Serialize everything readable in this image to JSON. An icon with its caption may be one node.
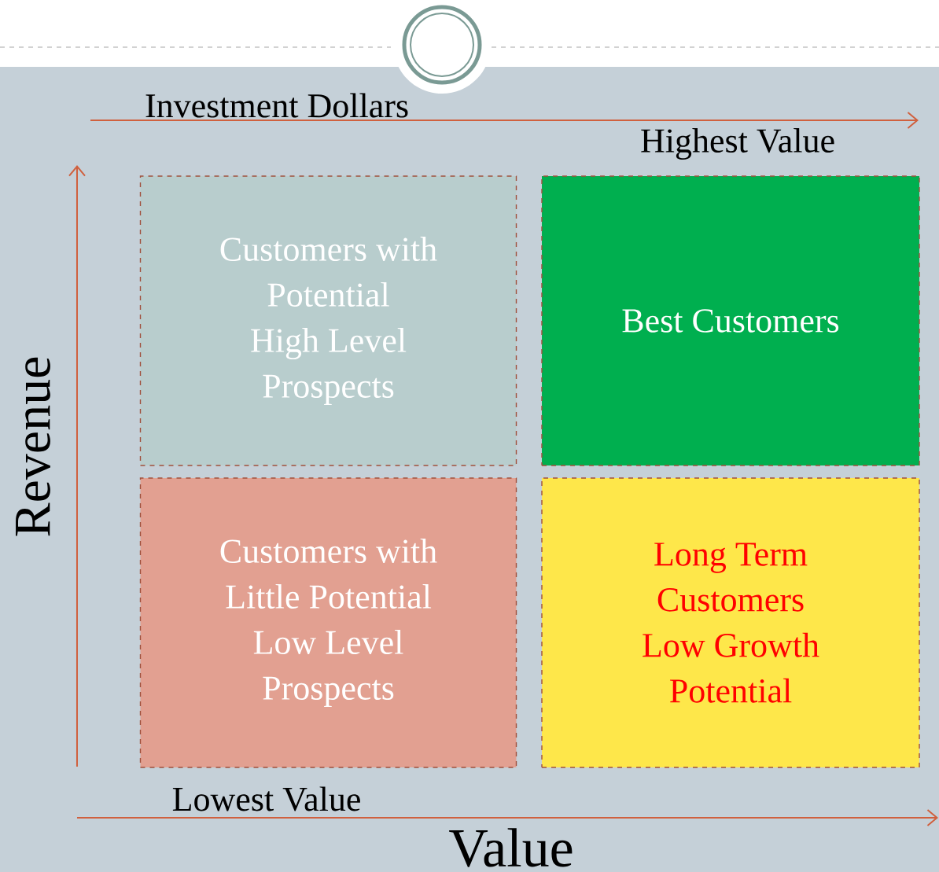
{
  "diagram": {
    "nodes": [
      {
        "text": [
          "Customers with Potential",
          "High Level Prospects"
        ]
      },
      {
        "text": [
          "Best Customers"
        ]
      },
      {
        "text": [
          "Customers with Little Potential",
          "Low Level Prospects"
        ]
      },
      {
        "text": [
          "Long Term Customers",
          "Low Growth Potential"
        ]
      }
    ],
    "labels": [
      "Investment Dollars",
      "Highest Value",
      "Revenue",
      "Lowest Value",
      "Value"
    ]
  }
}
